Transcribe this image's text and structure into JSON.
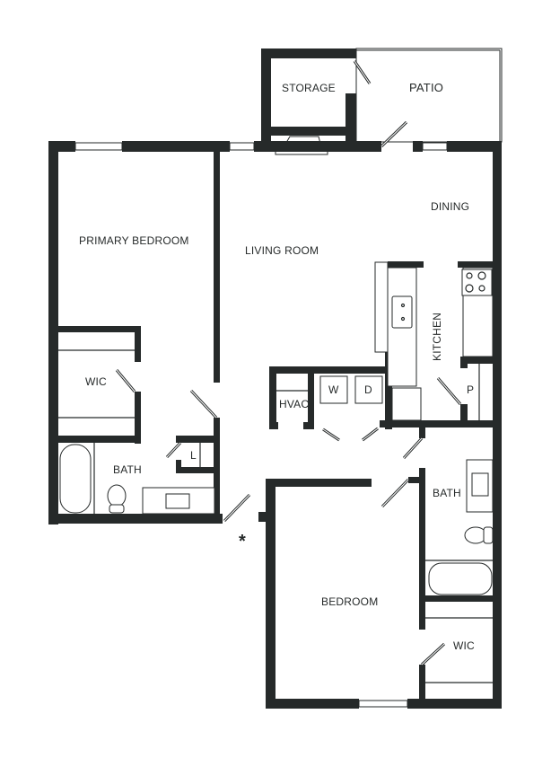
{
  "floorplan": {
    "rooms": {
      "storage": "STORAGE",
      "patio": "PATIO",
      "dining": "DINING",
      "primary_bedroom": "PRIMARY BEDROOM",
      "living_room": "LIVING ROOM",
      "kitchen": "KITCHEN",
      "pantry": "P",
      "wic_primary": "WIC",
      "hvac": "HVAC",
      "washer": "W",
      "dryer": "D",
      "linen": "L",
      "bath_primary": "BATH",
      "bath_secondary": "BATH",
      "bedroom": "BEDROOM",
      "wic_secondary": "WIC"
    },
    "marker": "*",
    "colors": {
      "wall": "#262a2a",
      "background": "#ffffff"
    }
  }
}
